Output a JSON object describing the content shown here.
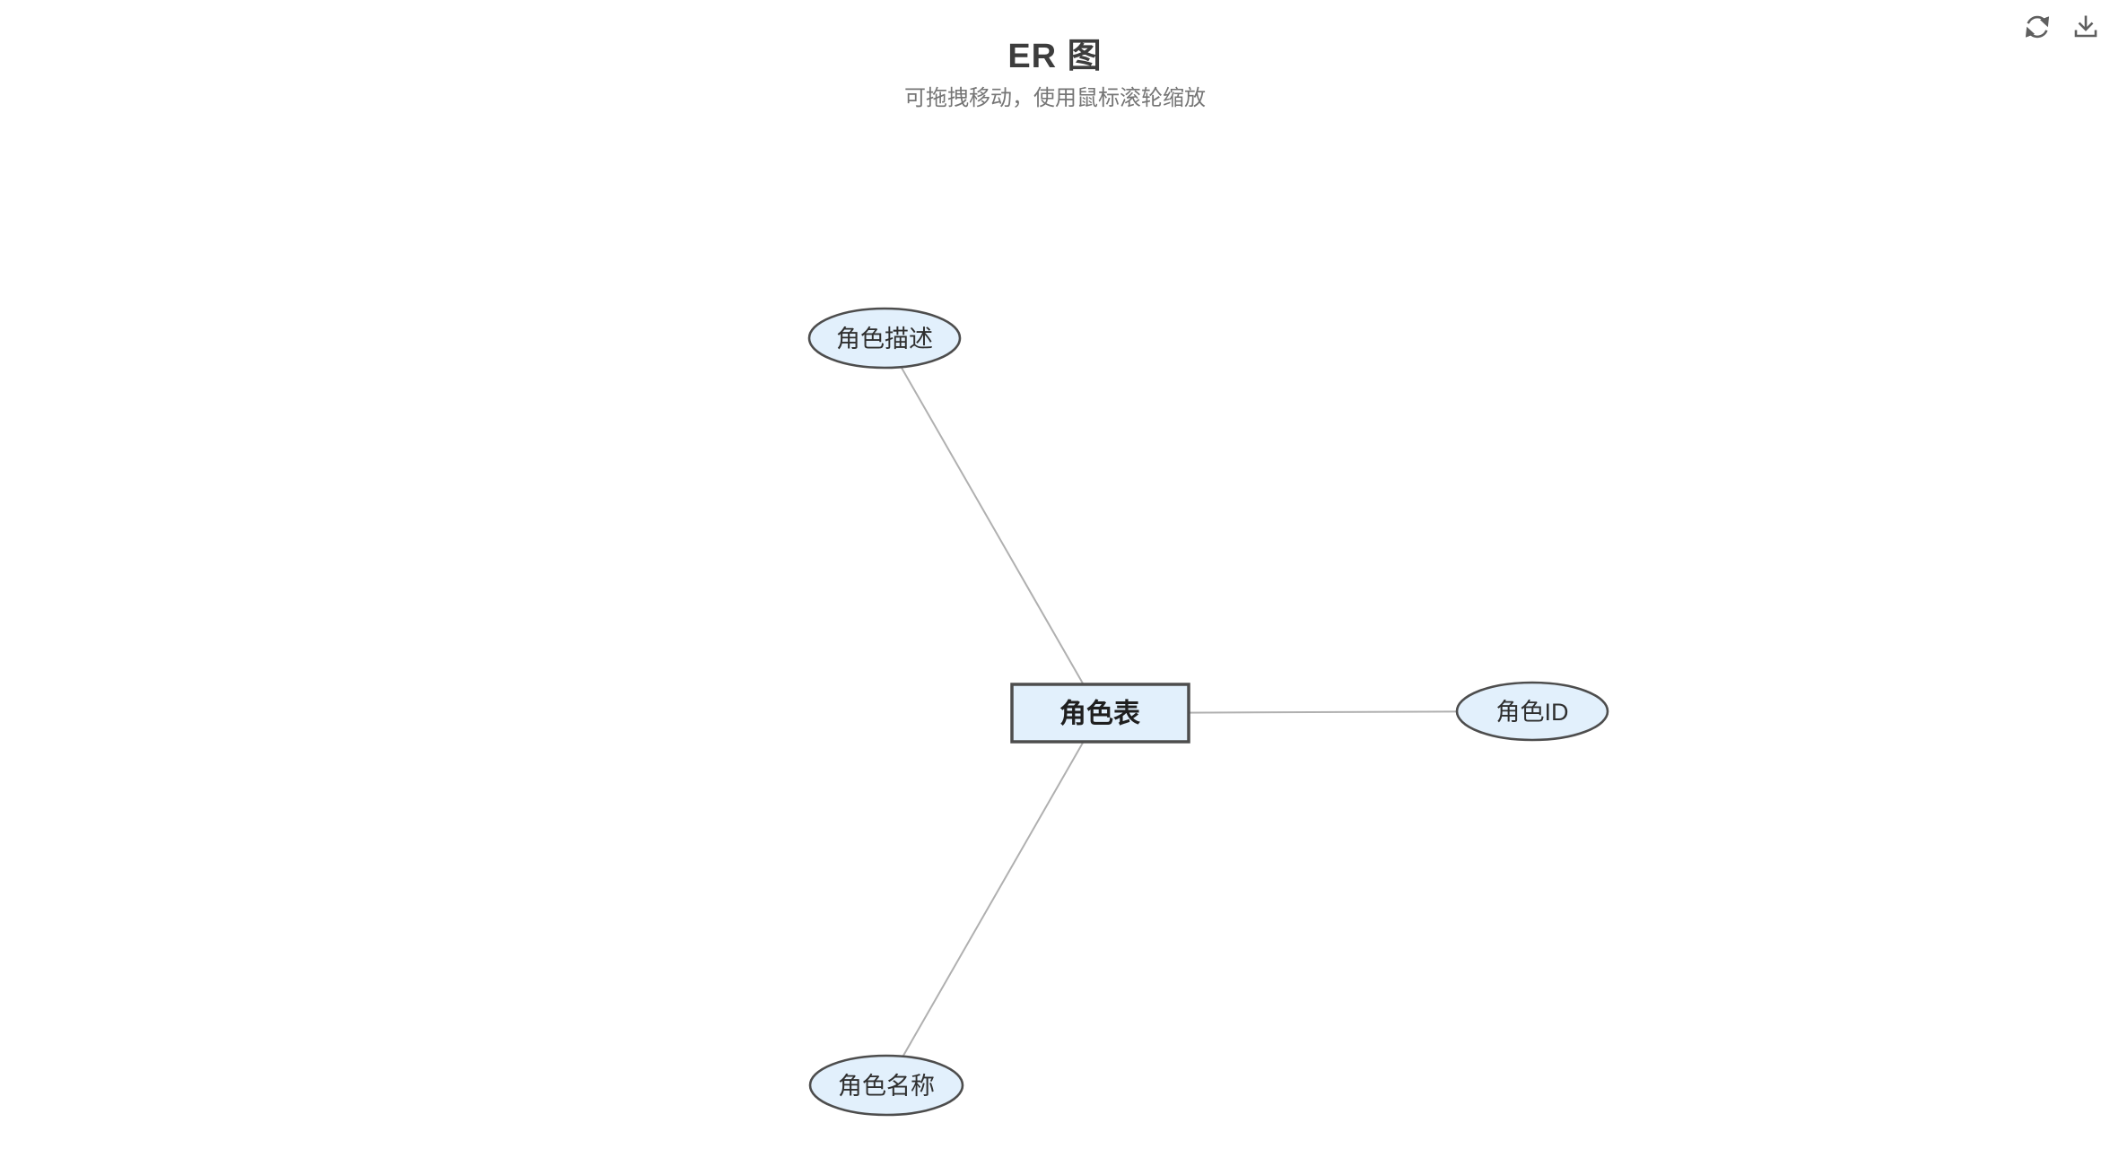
{
  "header": {
    "title": "ER 图",
    "hint": "可拖拽移动，使用鼠标滚轮缩放"
  },
  "toolbar": {
    "buttons": [
      {
        "name": "refresh",
        "icon": "refresh-icon"
      },
      {
        "name": "download",
        "icon": "download-icon"
      }
    ]
  },
  "colors": {
    "background": "#ffffff",
    "node_fill": "#e2f0fc",
    "node_stroke": "#4d4d4d",
    "edge_stroke": "#b0b0b0",
    "entity_text": "#1f1f1f",
    "attribute_text": "#2f2f2f",
    "title_text": "#3d3d3d",
    "hint_text": "#757575",
    "icon_color": "#5f5f5f"
  },
  "diagram": {
    "entity": {
      "label": "角色表",
      "shape": "rectangle"
    },
    "attributes": [
      {
        "label": "角色描述",
        "shape": "ellipse",
        "position": "top-left"
      },
      {
        "label": "角色ID",
        "shape": "ellipse",
        "position": "right"
      },
      {
        "label": "角色名称",
        "shape": "ellipse",
        "position": "bottom-left"
      }
    ],
    "edges": [
      {
        "from": "角色表",
        "to": "角色描述"
      },
      {
        "from": "角色表",
        "to": "角色ID"
      },
      {
        "from": "角色表",
        "to": "角色名称"
      }
    ]
  }
}
